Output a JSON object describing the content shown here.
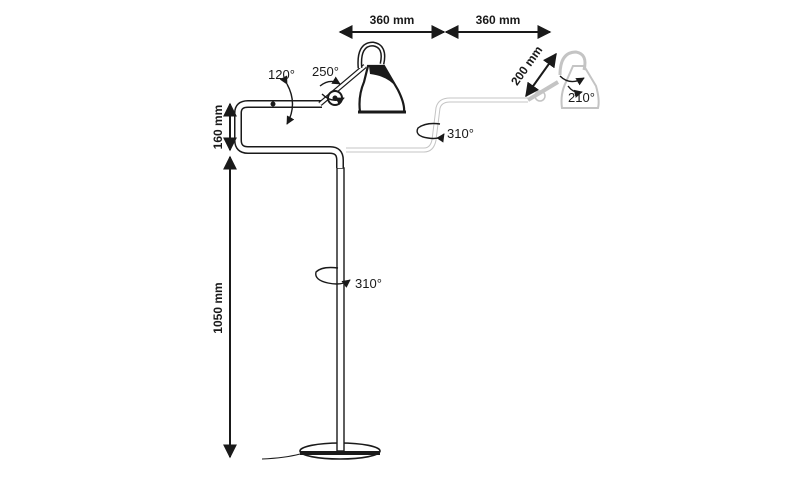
{
  "dimensions": {
    "arm_top": "360 mm",
    "arm_extension": "360 mm",
    "shade_arm": "200 mm",
    "upper_height": "160 mm",
    "stem_height": "1050 mm"
  },
  "angles": {
    "elbow_rotation": "120°",
    "shade_tilt": "250°",
    "ghost_shade_tilt": "210°",
    "arm_swivel": "310°",
    "stem_swivel": "310°"
  },
  "colors": {
    "ink": "#1a1a1a",
    "ghost": "#c4c4c4",
    "background": "#ffffff"
  }
}
